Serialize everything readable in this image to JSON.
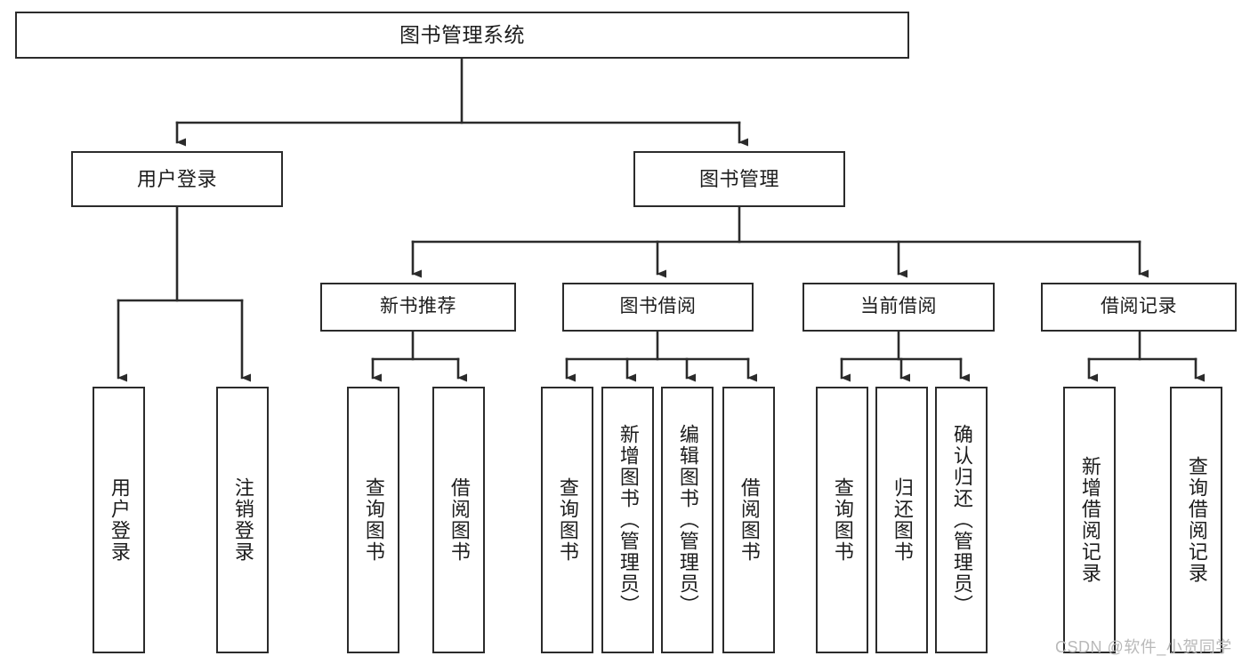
{
  "diagram": {
    "title": "图书管理系统",
    "type": "tree",
    "watermark": "CSDN @软件_小贺同学",
    "colors": {
      "stroke": "#2b2b2b",
      "fill": "#ffffff",
      "text": "#1d1d1d",
      "watermark": "#b9b9b9"
    },
    "root": {
      "label": "图书管理系统"
    },
    "level1": [
      {
        "label": "用户登录"
      },
      {
        "label": "图书管理"
      }
    ],
    "level2": [
      {
        "label": "新书推荐"
      },
      {
        "label": "图书借阅"
      },
      {
        "label": "当前借阅"
      },
      {
        "label": "借阅记录"
      }
    ],
    "leaves": {
      "user_login": [
        {
          "label": "用户登录"
        },
        {
          "label": "注销登录"
        }
      ],
      "new_book": [
        {
          "label": "查询图书"
        },
        {
          "label": "借阅图书"
        }
      ],
      "book_borrow": [
        {
          "label": "查询图书"
        },
        {
          "label": "新增图书（管理员）"
        },
        {
          "label": "编辑图书（管理员）"
        },
        {
          "label": "借阅图书"
        }
      ],
      "current_borrow": [
        {
          "label": "查询图书"
        },
        {
          "label": "归还图书"
        },
        {
          "label": "确认归还（管理员）"
        }
      ],
      "borrow_record": [
        {
          "label": "新增借阅记录"
        },
        {
          "label": "查询借阅记录"
        }
      ]
    }
  }
}
